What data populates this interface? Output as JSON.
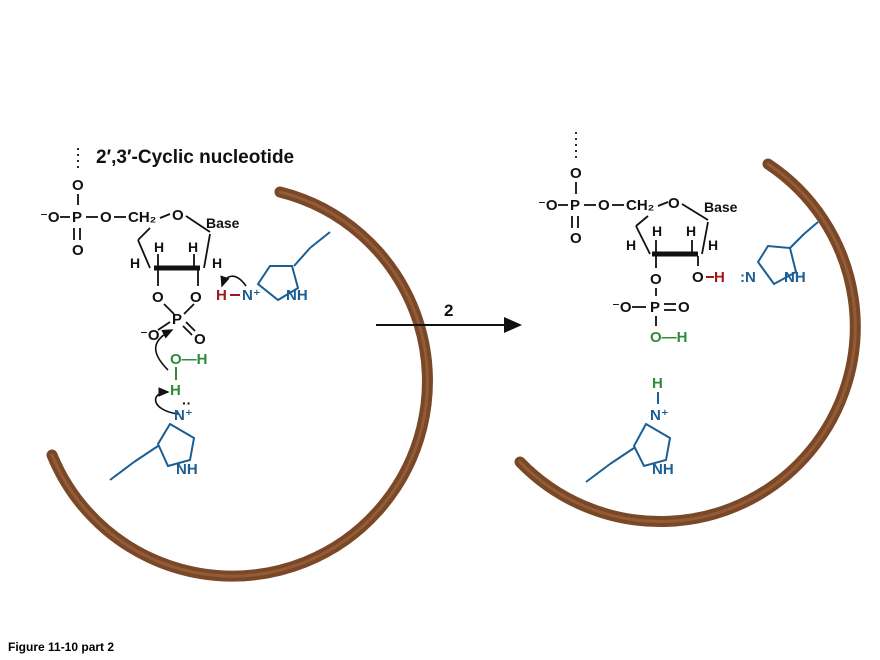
{
  "title": "2′,3′-Cyclic nucleotide",
  "step_label": "2",
  "caption": "Figure 11-10 part 2",
  "atoms": {
    "O": "O",
    "P": "P",
    "H": "H",
    "N": "N",
    "NH": "NH",
    "CH2": "CH₂",
    "Base": "Base",
    "O_minus": "⁻O",
    "N_plus": "N⁺",
    "N_lone": ":N",
    "H_N_plus": "H—N⁺",
    "OH": "O—H"
  },
  "colors": {
    "enzyme": "#6b3d20",
    "histidine": "#1a5e93",
    "water": "#2e8b3a",
    "proton": "#a4161a",
    "ink": "#111111"
  }
}
